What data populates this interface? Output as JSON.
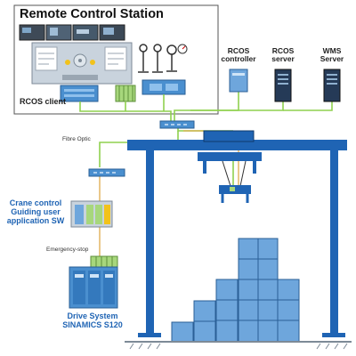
{
  "station": {
    "title": "Remote Control Station",
    "client_label": "RCOS client"
  },
  "servers": [
    {
      "id": "rcos-controller",
      "line1": "RCOS",
      "line2": "controller"
    },
    {
      "id": "rcos-server",
      "line1": "RCOS",
      "line2": "server"
    },
    {
      "id": "wms-server",
      "line1": "WMS",
      "line2": "Server"
    }
  ],
  "network": {
    "fibre_label": "Fibre Optic",
    "estop_label": "Emergency-stop"
  },
  "crane_control": {
    "line1": "Crane control",
    "line2": "Guiding user",
    "line3": "application SW"
  },
  "drive": {
    "line1": "Drive System",
    "line2": "SINAMICS S120"
  },
  "colors": {
    "crane_blue": "#1f64b4",
    "equipment_blue": "#4a8fcf",
    "cable_green": "#8fd14f",
    "module_green": "#a7d77c",
    "container_blue": "#6ea6dc"
  }
}
